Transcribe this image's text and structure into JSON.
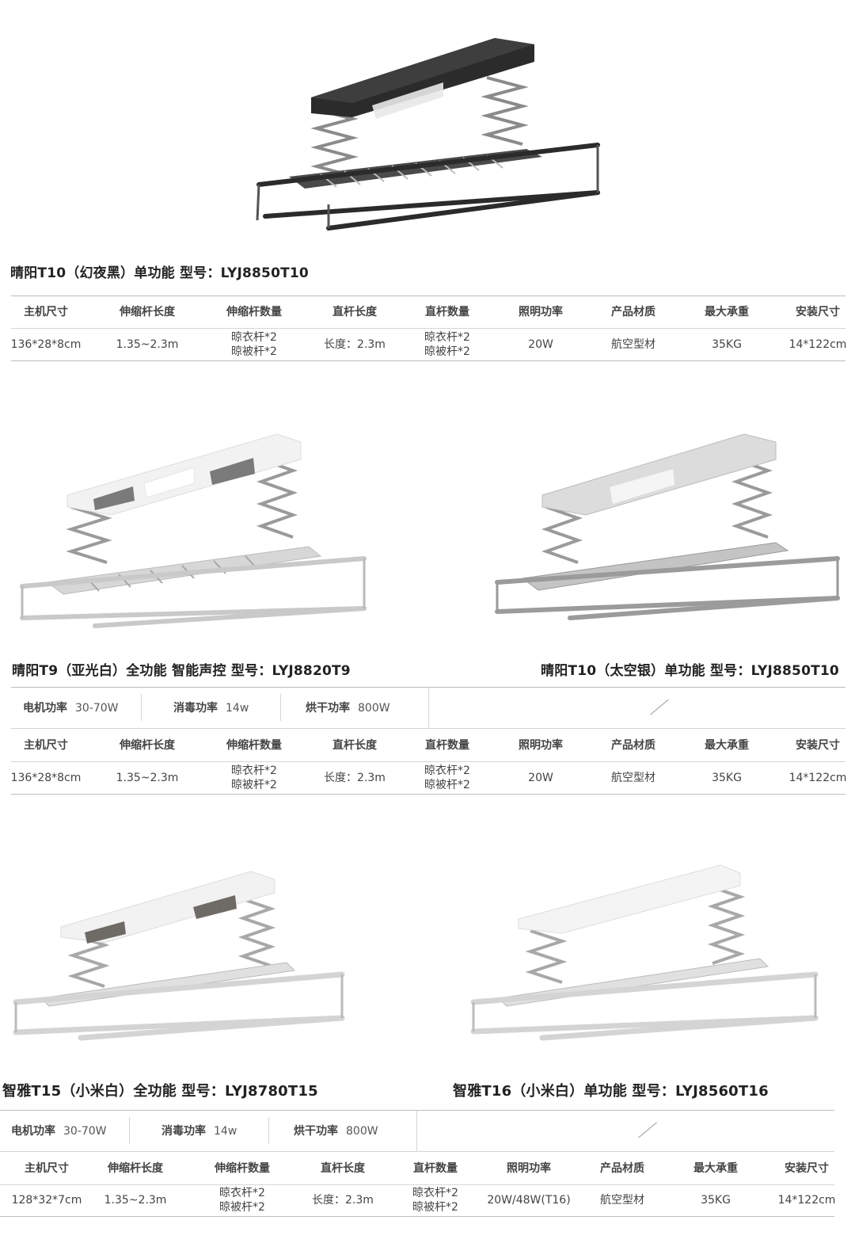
{
  "colors": {
    "divider": "#d6d6d6",
    "title": "#222222",
    "text": "#444444"
  },
  "products": [
    {
      "title": "晴阳T10（幻夜黑）单功能  型号：LYJ8850T10",
      "image_icon": "clothes-rack-black",
      "specs": {
        "headers": [
          "主机尺寸",
          "伸缩杆长度",
          "伸缩杆数量",
          "直杆长度",
          "直杆数量",
          "照明功率",
          "产品材质",
          "最大承重",
          "安装尺寸"
        ],
        "values": [
          [
            "136*28*8cm"
          ],
          [
            "1.35~2.3m"
          ],
          [
            "晾衣杆*2",
            "晾被杆*2"
          ],
          [
            "长度：2.3m"
          ],
          [
            "晾衣杆*2",
            "晾被杆*2"
          ],
          [
            "20W"
          ],
          [
            "航空型材"
          ],
          [
            "35KG"
          ],
          [
            "14*122cm"
          ]
        ]
      }
    },
    {
      "title": "晴阳T9（亚光白）全功能 智能声控  型号：LYJ8820T9",
      "image_icon": "clothes-rack-white"
    },
    {
      "title": "晴阳T10（太空银）单功能  型号：LYJ8850T10",
      "image_icon": "clothes-rack-silver"
    },
    {
      "title": "智雅T15（小米白）全功能   型号：LYJ8780T15",
      "image_icon": "clothes-rack-white-t15"
    },
    {
      "title": "智雅T16（小米白）单功能   型号：LYJ8560T16",
      "image_icon": "clothes-rack-white-t16"
    }
  ],
  "power_row_1": [
    {
      "label": "电机功率",
      "value": "30-70W"
    },
    {
      "label": "消毒功率",
      "value": "14w"
    },
    {
      "label": "烘干功率",
      "value": "800W"
    }
  ],
  "specs_2": {
    "headers": [
      "主机尺寸",
      "伸缩杆长度",
      "伸缩杆数量",
      "直杆长度",
      "直杆数量",
      "照明功率",
      "产品材质",
      "最大承重",
      "安装尺寸"
    ],
    "values": [
      [
        "136*28*8cm"
      ],
      [
        "1.35~2.3m"
      ],
      [
        "晾衣杆*2",
        "晾被杆*2"
      ],
      [
        "长度：2.3m"
      ],
      [
        "晾衣杆*2",
        "晾被杆*2"
      ],
      [
        "20W"
      ],
      [
        "航空型材"
      ],
      [
        "35KG"
      ],
      [
        "14*122cm"
      ]
    ]
  },
  "power_row_2": [
    {
      "label": "电机功率",
      "value": "30-70W"
    },
    {
      "label": "消毒功率",
      "value": "14w"
    },
    {
      "label": "烘干功率",
      "value": "800W"
    }
  ],
  "specs_3": {
    "headers": [
      "主机尺寸",
      "伸缩杆长度",
      "伸缩杆数量",
      "直杆长度",
      "直杆数量",
      "照明功率",
      "产品材质",
      "最大承重",
      "安装尺寸"
    ],
    "values": [
      [
        "128*32*7cm"
      ],
      [
        "1.35~2.3m"
      ],
      [
        "晾衣杆*2",
        "晾被杆*2"
      ],
      [
        "长度：2.3m"
      ],
      [
        "晾衣杆*2",
        "晾被杆*2"
      ],
      [
        "20W/48W(T16)"
      ],
      [
        "航空型材"
      ],
      [
        "35KG"
      ],
      [
        "14*122cm"
      ]
    ]
  }
}
